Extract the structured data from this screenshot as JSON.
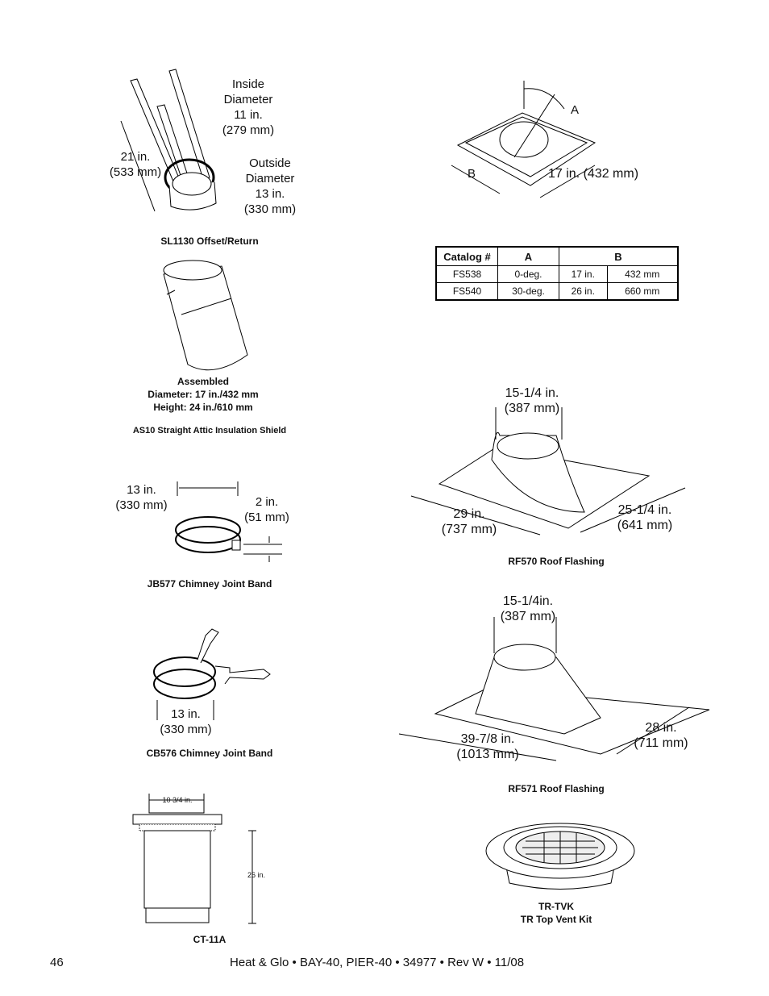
{
  "sl1130": {
    "inside_label": "Inside\nDiameter\n11 in.\n(279 mm)",
    "outside_label": "Outside\nDiameter\n13 in.\n(330 mm)",
    "length_label": "21 in.\n(533 mm)",
    "caption": "SL1130 Offset/Return"
  },
  "fs_flash": {
    "label_a": "A",
    "label_b": "B",
    "size_label": "17 in. (432 mm)"
  },
  "catalog_table": {
    "headers": [
      "Catalog #",
      "A",
      "B"
    ],
    "rows": [
      [
        "FS538",
        "0-deg.",
        "17 in.",
        "432 mm"
      ],
      [
        "FS540",
        "30-deg.",
        "26 in.",
        "660 mm"
      ]
    ]
  },
  "as10": {
    "assembled": "Assembled\nDiameter: 17 in./432 mm\nHeight: 24 in./610 mm",
    "caption": "AS10 Straight Attic Insulation Shield"
  },
  "rf570": {
    "top_label": "15-1/4 in.\n(387 mm)",
    "left_label": "29 in.\n(737 mm)",
    "right_label": "25-1/4 in.\n(641 mm)",
    "caption": "RF570 Roof Flashing"
  },
  "jb577": {
    "width_label": "13 in.\n(330 mm)",
    "height_label": "2 in.\n(51 mm)",
    "caption": "JB577 Chimney Joint Band"
  },
  "rf571": {
    "top_label": "15-1/4in.\n(387 mm)",
    "left_label": "39-7/8 in.\n(1013 mm)",
    "right_label": "28 in.\n(711 mm)",
    "caption": "RF571 Roof Flashing"
  },
  "cb576": {
    "width_label": "13 in.\n(330 mm)",
    "caption": "CB576 Chimney Joint Band"
  },
  "ct11a": {
    "top_label": "10 3/4 in.",
    "height_label": "26 in.",
    "caption": "CT-11A"
  },
  "trtvk": {
    "caption": "TR-TVK\nTR Top Vent Kit"
  },
  "footer": {
    "page_number": "46",
    "text": "Heat & Glo • BAY-40, PIER-40 • 34977 • Rev W • 11/08"
  }
}
